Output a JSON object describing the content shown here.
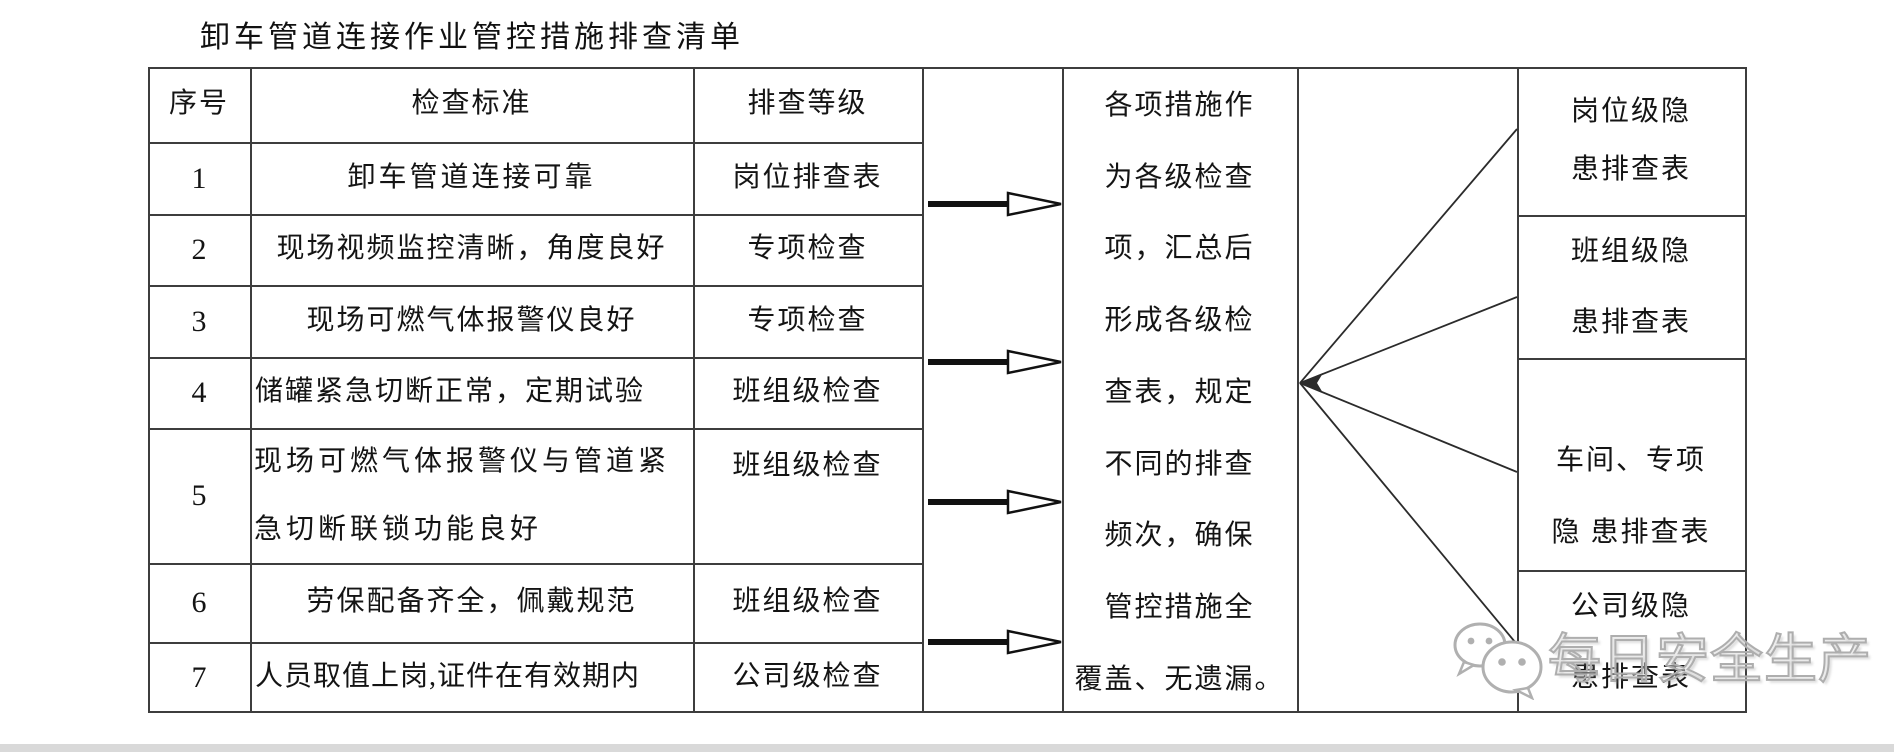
{
  "title": "卸车管道连接作业管控措施排查清单",
  "table": {
    "headers": {
      "no": "序号",
      "standard": "检查标准",
      "level": "排查等级"
    },
    "rows": [
      {
        "no": "1",
        "standard": "卸车管道连接可靠",
        "level": "岗位排查表"
      },
      {
        "no": "2",
        "standard": "现场视频监控清晰，角度良好",
        "level": "专项检查"
      },
      {
        "no": "3",
        "standard": "现场可燃气体报警仪良好",
        "level": "专项检查"
      },
      {
        "no": "4",
        "standard": "储罐紧急切断正常，定期试验",
        "level": "班组级检查"
      },
      {
        "no": "5",
        "standard": "现场可燃气体报警仪与管道紧\n急切断联锁功能良好",
        "level": "班组级检查"
      },
      {
        "no": "6",
        "standard": "劳保配备齐全，佩戴规范",
        "level": "班组级检查"
      },
      {
        "no": "7",
        "standard": "人员取值上岗,证件在有效期内",
        "level": "公司级检查"
      }
    ]
  },
  "summary": {
    "lines": [
      "各项措施作",
      "为各级检查",
      "项，汇总后",
      "形成各级检",
      "查表，规定",
      "不同的排查",
      "频次，确保",
      "管控措施全",
      "覆盖、无遗漏。"
    ]
  },
  "outputs": [
    {
      "label": "岗位级隐\n患排查表"
    },
    {
      "label": "班组级隐\n患排查表"
    },
    {
      "label": "车间、专项\n隐 患排查表"
    },
    {
      "label": "公司级隐\n患排查表"
    }
  ],
  "watermark": {
    "text": "每日安全生产",
    "icon": "wechat-icon"
  },
  "colors": {
    "border": "#3d3d3d",
    "text": "#141414",
    "arrow": "#111111",
    "watermark": "#aeaeae",
    "background": "#ffffff"
  }
}
